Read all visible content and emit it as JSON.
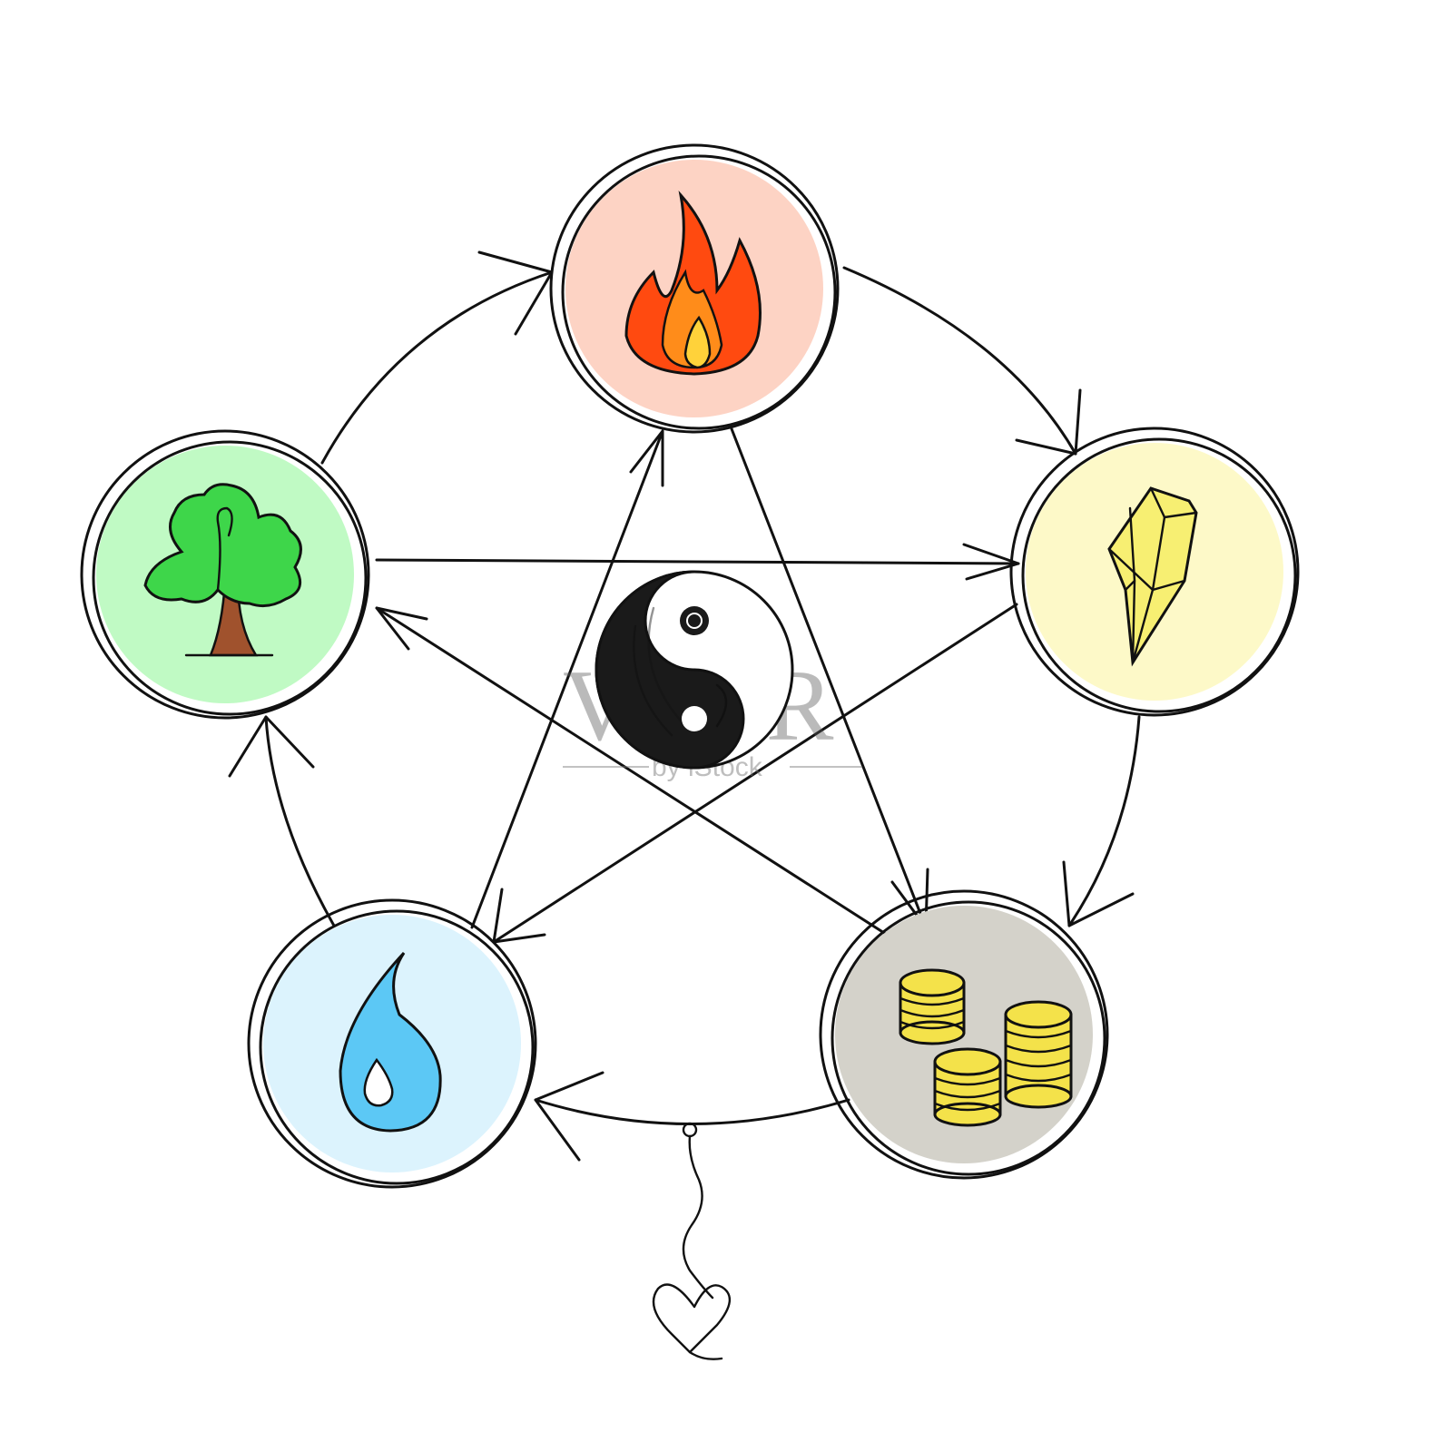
{
  "watermark": {
    "brand": "VEER",
    "sub": "by iStock"
  },
  "elements": [
    {
      "id": "fire",
      "icon": "flame-icon",
      "fill": "#fdd3c4"
    },
    {
      "id": "earth",
      "icon": "crystal-icon",
      "fill": "#fdf9c8"
    },
    {
      "id": "metal",
      "icon": "coins-icon",
      "fill": "#d4d2ca"
    },
    {
      "id": "water",
      "icon": "water-drop-icon",
      "fill": "#dcf3fd"
    },
    {
      "id": "wood",
      "icon": "tree-icon",
      "fill": "#c0fac4"
    }
  ],
  "center": {
    "icon": "yin-yang-icon"
  },
  "bottom": {
    "icon": "heart-icon"
  },
  "colors": {
    "line": "#111111",
    "flame_red": "#ff4a10",
    "flame_orange": "#ff8c1a",
    "flame_yellow": "#ffd23a",
    "tree_green": "#3ed64a",
    "trunk": "#a0522d",
    "water_blue": "#5cc8f5",
    "crystal_yellow": "#f7ef72",
    "coin_yellow": "#f4e24a"
  }
}
